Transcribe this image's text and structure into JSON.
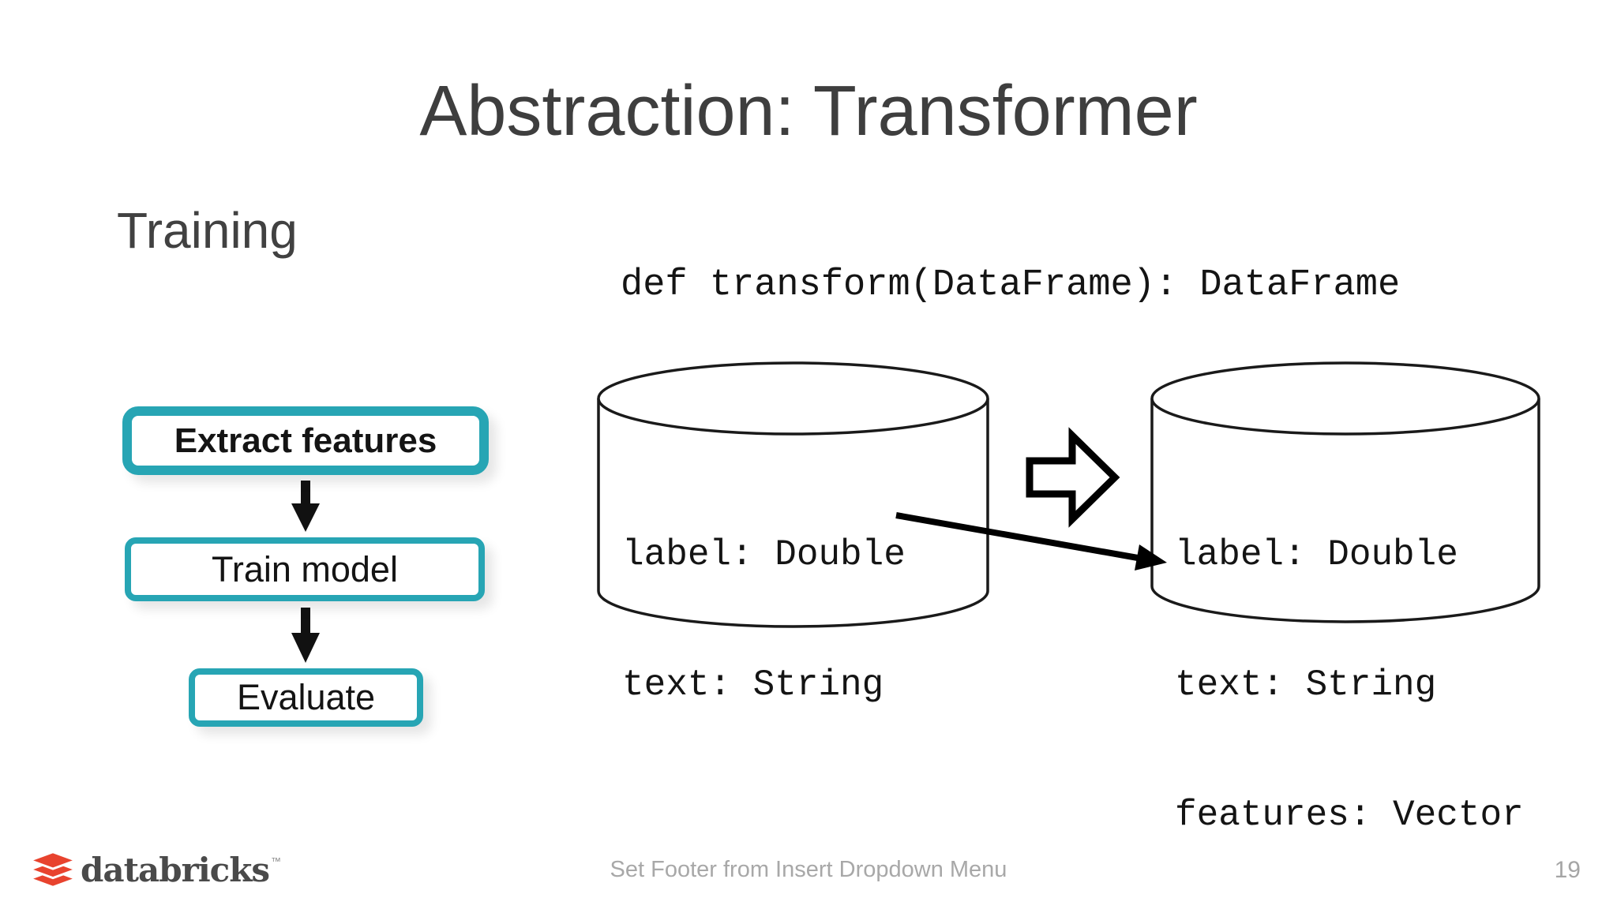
{
  "slide": {
    "title": "Abstraction: Transformer",
    "section_heading": "Training",
    "code_signature": "def transform(DataFrame): DataFrame",
    "footer_text": "Set Footer from Insert Dropdown Menu",
    "page_number": "19"
  },
  "flowchart": {
    "steps": [
      {
        "label": "Extract features",
        "highlighted": true
      },
      {
        "label": "Train model",
        "highlighted": false
      },
      {
        "label": "Evaluate",
        "highlighted": false
      }
    ]
  },
  "dataframes": {
    "input": {
      "fields": [
        "label: Double",
        "text: String"
      ]
    },
    "output": {
      "fields": [
        "label: Double",
        "text: String",
        "features: Vector"
      ]
    }
  },
  "logo": {
    "text": "databricks",
    "trademark": "™"
  },
  "colors": {
    "accent_teal": "#27a5b4",
    "brand_red": "#e8432e",
    "title_gray": "#3e3e3e",
    "muted_gray": "#a8a8a8",
    "line_black": "#141414"
  }
}
